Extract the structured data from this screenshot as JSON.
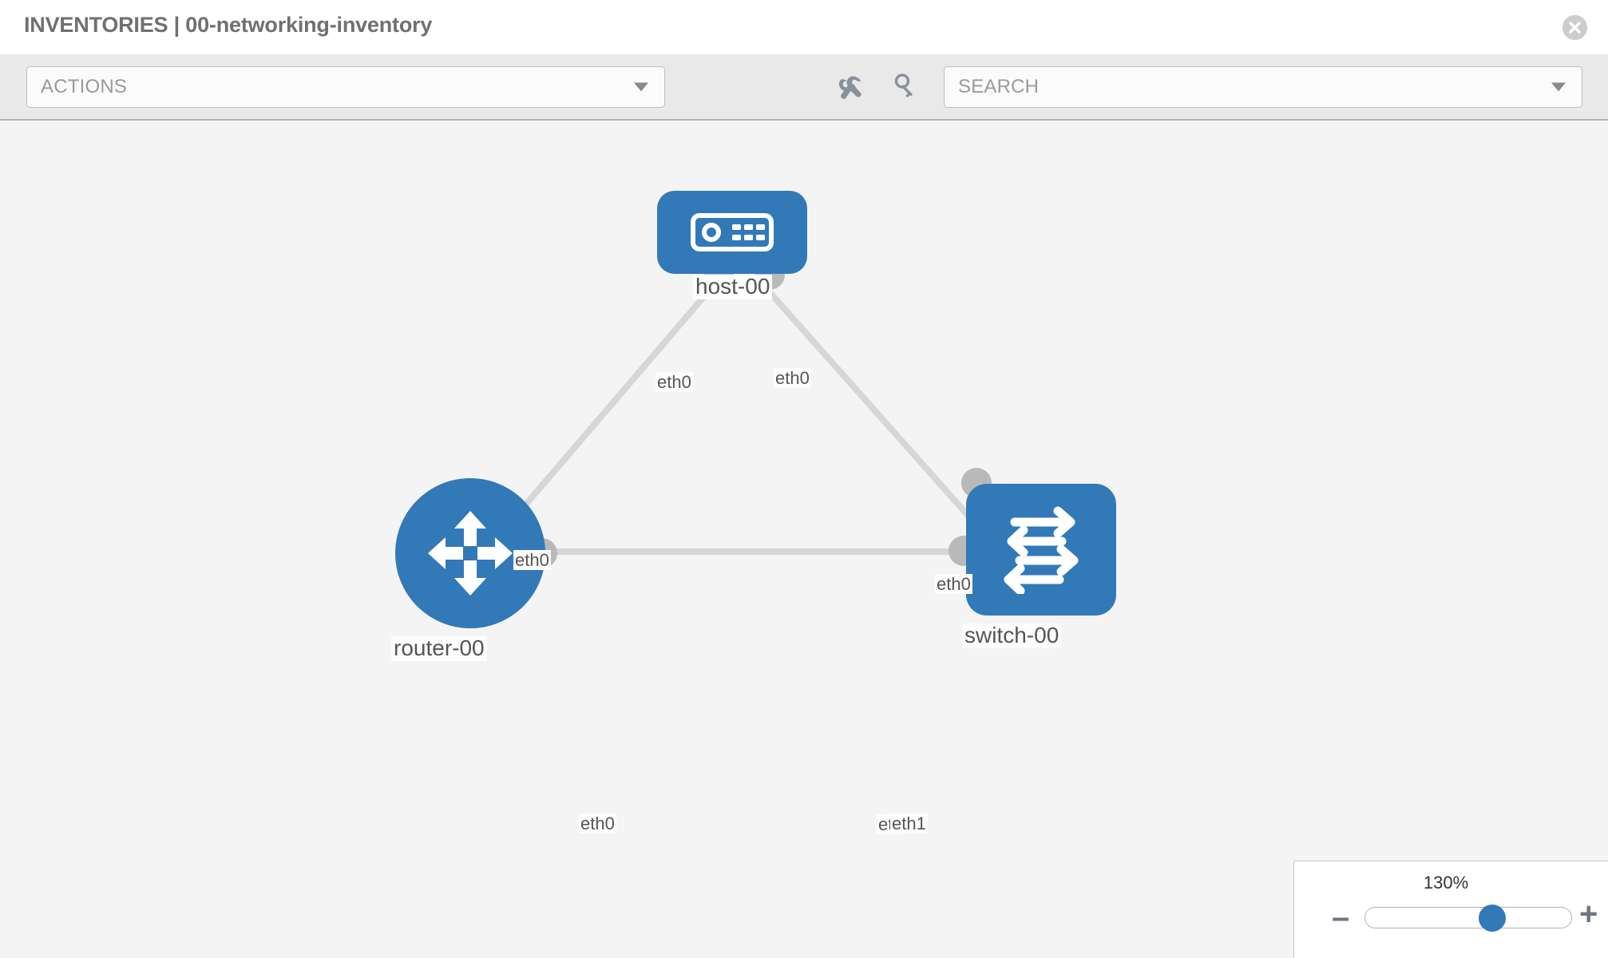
{
  "header": {
    "title": "INVENTORIES | 00-networking-inventory",
    "close_icon": "close-circle-icon"
  },
  "toolbar": {
    "actions_label": "ACTIONS",
    "actions_caret": "chevron-down-icon",
    "search_placeholder": "SEARCH",
    "search_caret": "chevron-down-icon",
    "wrench_icon": "wrench-icon",
    "key_icon": "key-icon"
  },
  "topology": {
    "nodes": [
      {
        "id": "host-00",
        "label": "host-00",
        "type": "host",
        "icon": "server-icon"
      },
      {
        "id": "router-00",
        "label": "router-00",
        "type": "router",
        "icon": "router-arrows-icon"
      },
      {
        "id": "switch-00",
        "label": "switch-00",
        "type": "switch",
        "icon": "switch-arrows-icon"
      }
    ],
    "links": [
      {
        "from": "host-00",
        "to": "router-00",
        "from_interface": "eth0",
        "to_interface": "eth0"
      },
      {
        "from": "host-00",
        "to": "switch-00",
        "from_interface": "eth0",
        "to_interface": "eth0"
      },
      {
        "from": "router-00",
        "to": "switch-00",
        "from_interface": "eth0",
        "to_interface": "eth1"
      }
    ],
    "interface_labels": {
      "host_left": "eth0",
      "host_right": "eth0",
      "router_top": "eth0",
      "router_right": "eth0",
      "switch_top": "eth0",
      "switch_left_overlap": "eth",
      "switch_left": "eth1"
    }
  },
  "zoom": {
    "value_label": "130%",
    "minus_label": "–",
    "plus_label": "+",
    "percent": 130,
    "thumb_position_pct": 63
  },
  "colors": {
    "node_blue": "#3279b8",
    "port_gray": "#b9b9b9",
    "link_gray": "#d6d6d6",
    "toolbar_bg": "#e9e9e9",
    "canvas_bg": "#f4f4f4",
    "title_gray": "#707070"
  }
}
